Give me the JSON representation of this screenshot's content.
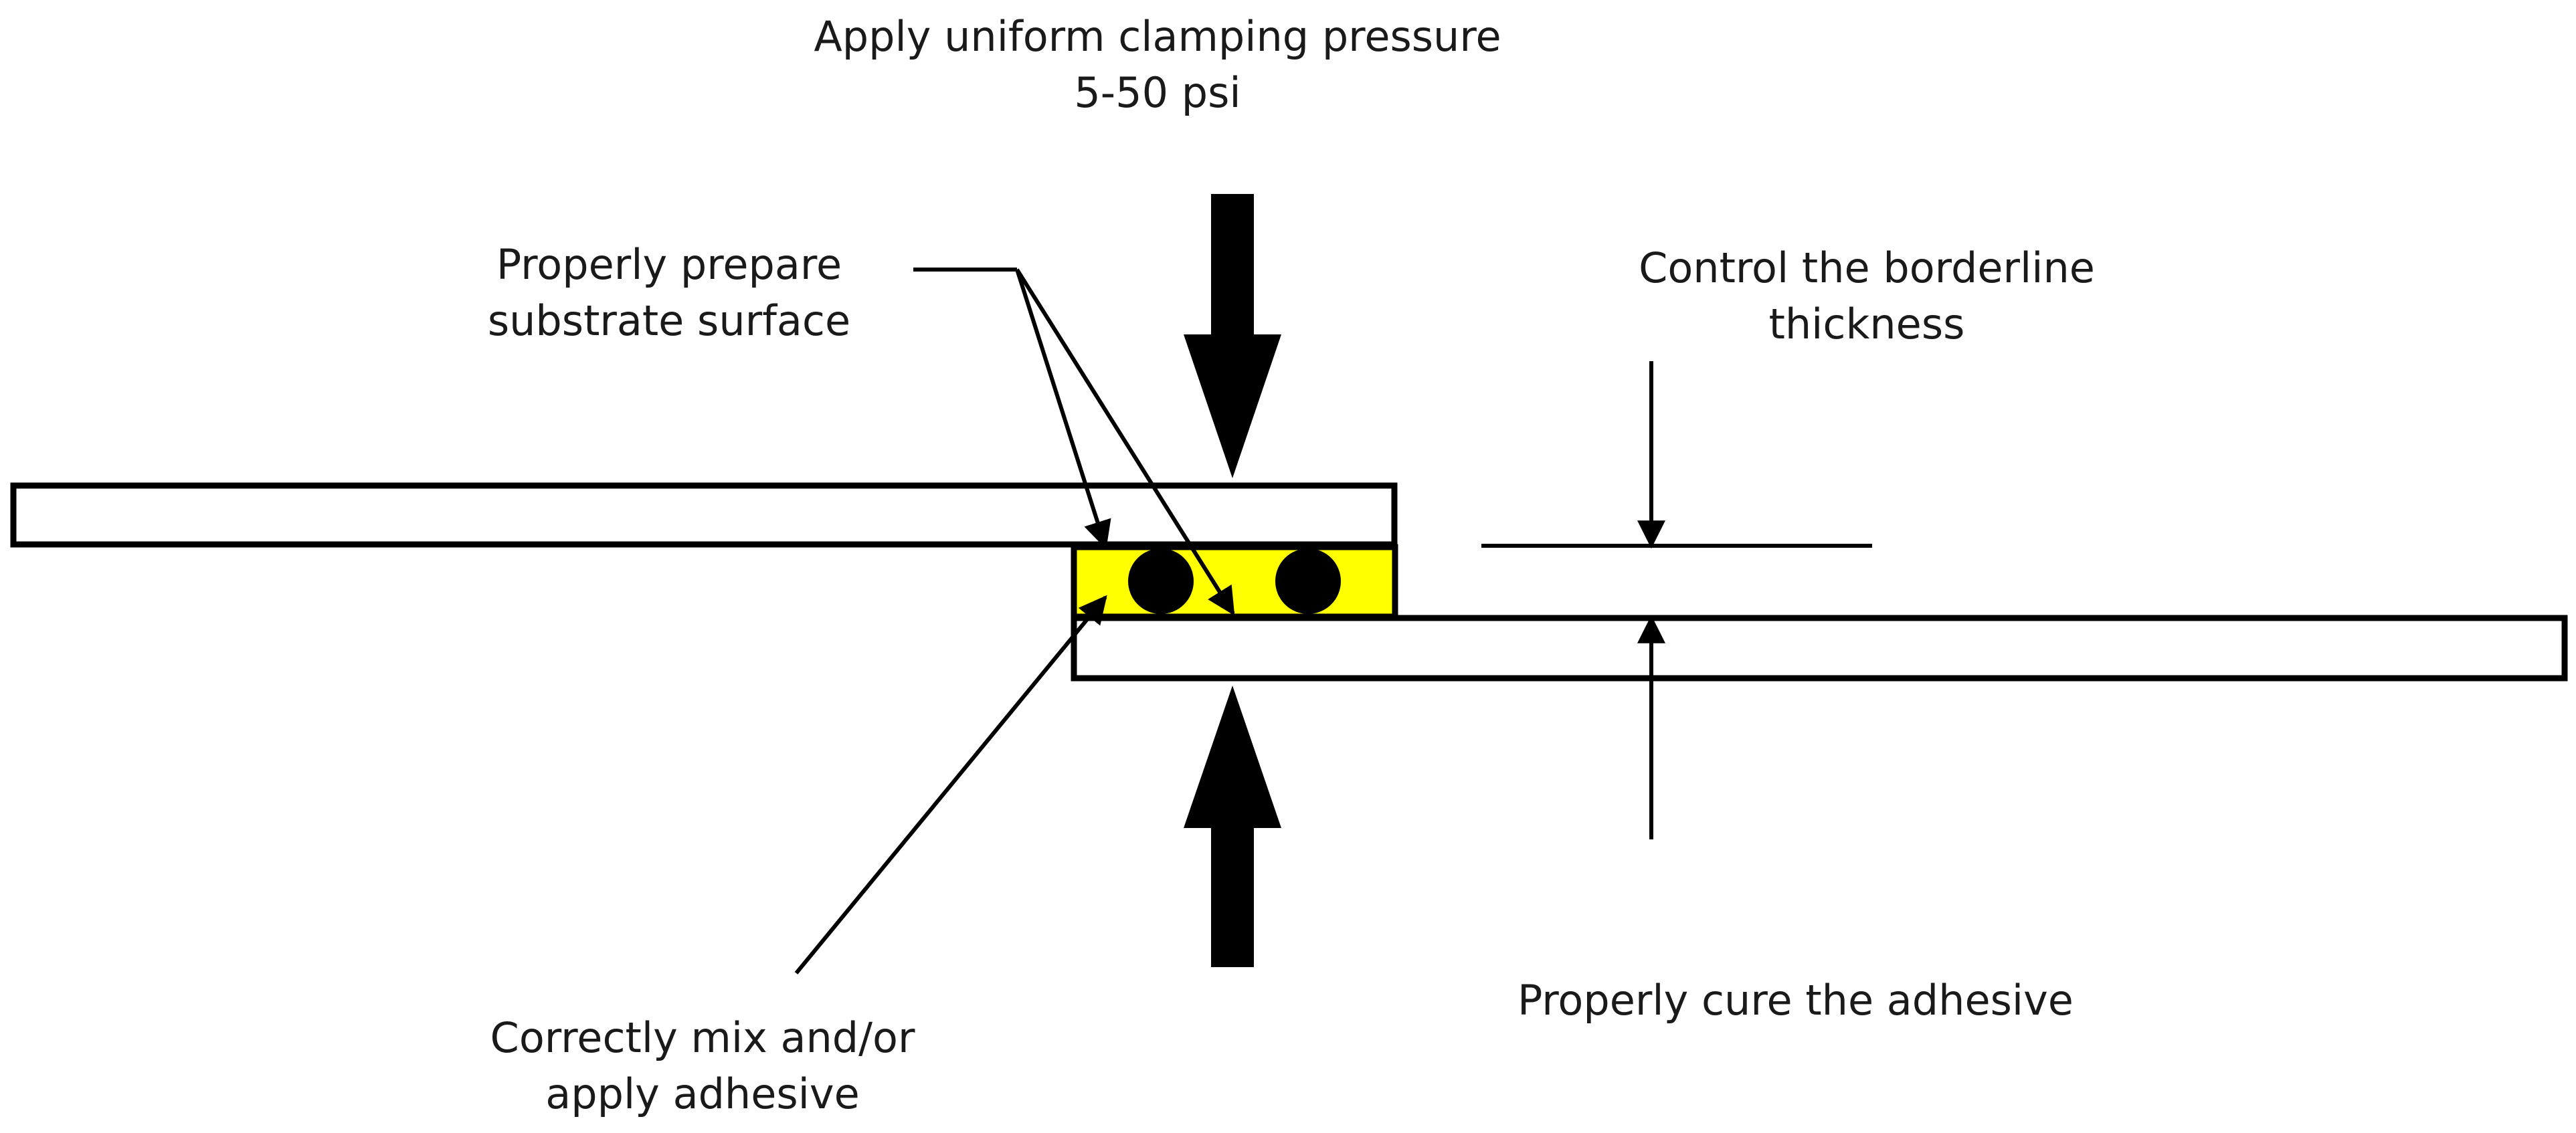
{
  "labels": {
    "pressure_line1": "Apply uniform clamping pressure",
    "pressure_line2": "5-50 psi",
    "surface_line1": "Properly  prepare",
    "surface_line2": "substrate surface",
    "thickness_line1": "Control the borderline",
    "thickness_line2": "thickness",
    "mix_line1": "Correctly mix and/or",
    "mix_line2": "apply adhesive",
    "cure": "Properly cure the adhesive"
  },
  "colors": {
    "adhesive": "#ffff00",
    "stroke": "#000000",
    "text": "#1a1a1a",
    "background": "#ffffff"
  }
}
